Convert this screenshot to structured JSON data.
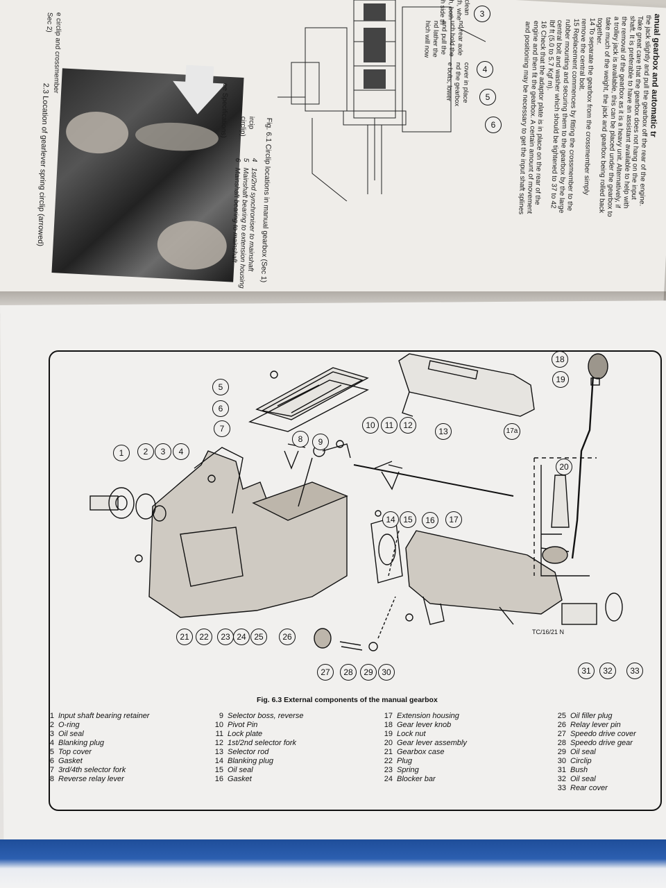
{
  "upper_page": {
    "header_fragment": "anual gearbox and automatic tr",
    "right_column_lines": [
      "the jack slightly and pull the gearbox off the rear of the engine.",
      "Take great care that the gearbox does not hang on the input",
      "shaft. It is preferable to have an assistant available to help with",
      "the removal of the gearbox as it is a heavy unit. Alternatively, if",
      "a trolley jack is available, this can be placed under the gearbox to",
      "take much of the weight, the jack and gearbox being rolled back",
      "together.",
      "14 To separate the gearbox from the crossmember simply",
      "remove the central bolt.",
      "15 Replacement commences by fitting the crossmember to the",
      "rubber mounting and securing them to the gearbox by the large",
      "central bolt and washer which should be tightened to 37 to 42",
      "lbf ft (5.0 to 5.7 Kgf m).",
      "16 Check that the adaptor plate is in place on the rear of the",
      "engine and then fit the gearbox. A certain amount of movement",
      "and positioning may be necessary to get the input shaft splines"
    ],
    "left_column_fragments": [
      "ly clean",
      "with, whe",
      "vith, both",
      "ach side th",
      "nd rear axle",
      "uch hold the",
      "and pull the",
      "nd lather the",
      "hich will now",
      "cover in place",
      "nd the gearbox",
      "e bolts, lower"
    ],
    "fig61_caption": "Fig. 6.1 Circlip locations in manual gearbox (Sec 1)",
    "fig61_items": [
      {
        "n": "4",
        "text": "1st/2nd synchroniser to mainshaft"
      },
      {
        "n": "5",
        "text": "Mainshaft bearing to extension housing"
      },
      {
        "n": "6",
        "text": "Mainshaft bearing to mainshaft"
      }
    ],
    "fig61_left_fragments": [
      "ircip",
      "circlip)",
      "ee Specifications)"
    ],
    "fig61_callouts": [
      "3",
      "4",
      "5",
      "6"
    ],
    "photo_caption": "2.3 Location of gearlever spring circlip (arrowed)",
    "top_left_fragments": [
      "e circlip and crossmember",
      "Sec 2)"
    ]
  },
  "figure": {
    "caption": "Fig. 6.3 External components of the manual gearbox",
    "drawing_code": "TC/16/21 N",
    "callouts": [
      "1",
      "2",
      "3",
      "4",
      "5",
      "6",
      "7",
      "8",
      "9",
      "10",
      "11",
      "12",
      "13",
      "14",
      "15",
      "16",
      "17",
      "17a",
      "18",
      "19",
      "20",
      "21",
      "22",
      "23",
      "24",
      "25",
      "26",
      "27",
      "28",
      "29",
      "30",
      "31",
      "32",
      "33"
    ],
    "legend": [
      [
        {
          "n": "1",
          "text": "Input shaft bearing retainer"
        },
        {
          "n": "2",
          "text": "O-ring"
        },
        {
          "n": "3",
          "text": "Oil seal"
        },
        {
          "n": "4",
          "text": "Blanking plug"
        },
        {
          "n": "5",
          "text": "Top cover"
        },
        {
          "n": "6",
          "text": "Gasket"
        },
        {
          "n": "7",
          "text": "3rd/4th selector fork"
        },
        {
          "n": "8",
          "text": "Reverse relay lever"
        }
      ],
      [
        {
          "n": "9",
          "text": "Selector boss, reverse"
        },
        {
          "n": "10",
          "text": "Pivot Pin"
        },
        {
          "n": "11",
          "text": "Lock plate"
        },
        {
          "n": "12",
          "text": "1st/2nd selector fork"
        },
        {
          "n": "13",
          "text": "Selector rod"
        },
        {
          "n": "14",
          "text": "Blanking plug"
        },
        {
          "n": "15",
          "text": "Oil seal"
        },
        {
          "n": "16",
          "text": "Gasket"
        }
      ],
      [
        {
          "n": "17",
          "text": "Extension housing"
        },
        {
          "n": "18",
          "text": "Gear lever knob"
        },
        {
          "n": "19",
          "text": "Lock nut"
        },
        {
          "n": "20",
          "text": "Gear lever assembly"
        },
        {
          "n": "21",
          "text": "Gearbox case"
        },
        {
          "n": "22",
          "text": "Plug"
        },
        {
          "n": "23",
          "text": "Spring"
        },
        {
          "n": "24",
          "text": "Blocker bar"
        }
      ],
      [
        {
          "n": "25",
          "text": "Oil filler plug"
        },
        {
          "n": "26",
          "text": "Relay lever pin"
        },
        {
          "n": "27",
          "text": "Speedo drive cover"
        },
        {
          "n": "28",
          "text": "Speedo drive gear"
        },
        {
          "n": "29",
          "text": "Oil seal"
        },
        {
          "n": "30",
          "text": "Circlip"
        },
        {
          "n": "31",
          "text": "Bush"
        },
        {
          "n": "32",
          "text": "Oil seal"
        },
        {
          "n": "33",
          "text": "Rear cover"
        }
      ]
    ]
  }
}
